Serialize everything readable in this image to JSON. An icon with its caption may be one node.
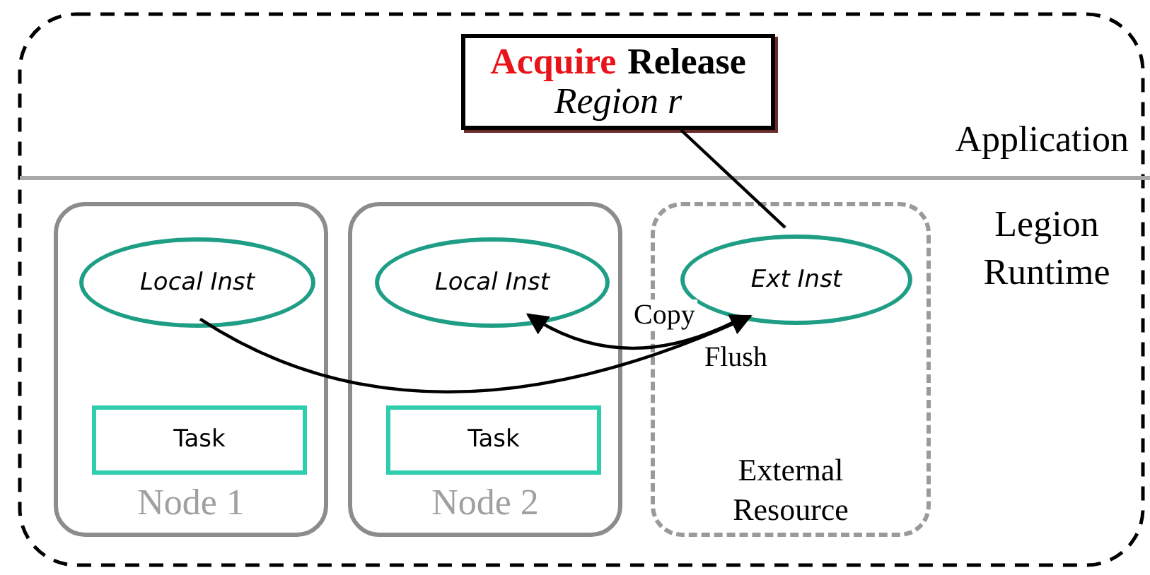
{
  "diagram": {
    "nodes": [
      {
        "text": [
          "Application"
        ]
      },
      {
        "text": [
          "Legion Runtime"
        ]
      },
      {
        "text": [
          "Acquire",
          "Release",
          "Region r"
        ],
        "in": 0
      },
      {
        "text": [
          "Node 1"
        ],
        "in": 1
      },
      {
        "text": [
          "Local Inst"
        ],
        "in": 3
      },
      {
        "text": [
          "Task"
        ],
        "in": 3
      },
      {
        "text": [
          "Node 2"
        ],
        "in": 1
      },
      {
        "text": [
          "Local Inst"
        ],
        "in": 6
      },
      {
        "text": [
          "Task"
        ],
        "in": 6
      },
      {
        "text": [
          "External Resource"
        ],
        "in": 1
      },
      {
        "text": [
          "Ext Inst"
        ],
        "in": 9
      }
    ],
    "edges": [
      {
        "from": 2,
        "to": 10,
        "arrow": "none"
      },
      {
        "from": 4,
        "to": 10,
        "arrow": "to",
        "label": "Copy"
      },
      {
        "from": 10,
        "to": 7,
        "arrow": "to",
        "label": "Flush"
      }
    ]
  }
}
